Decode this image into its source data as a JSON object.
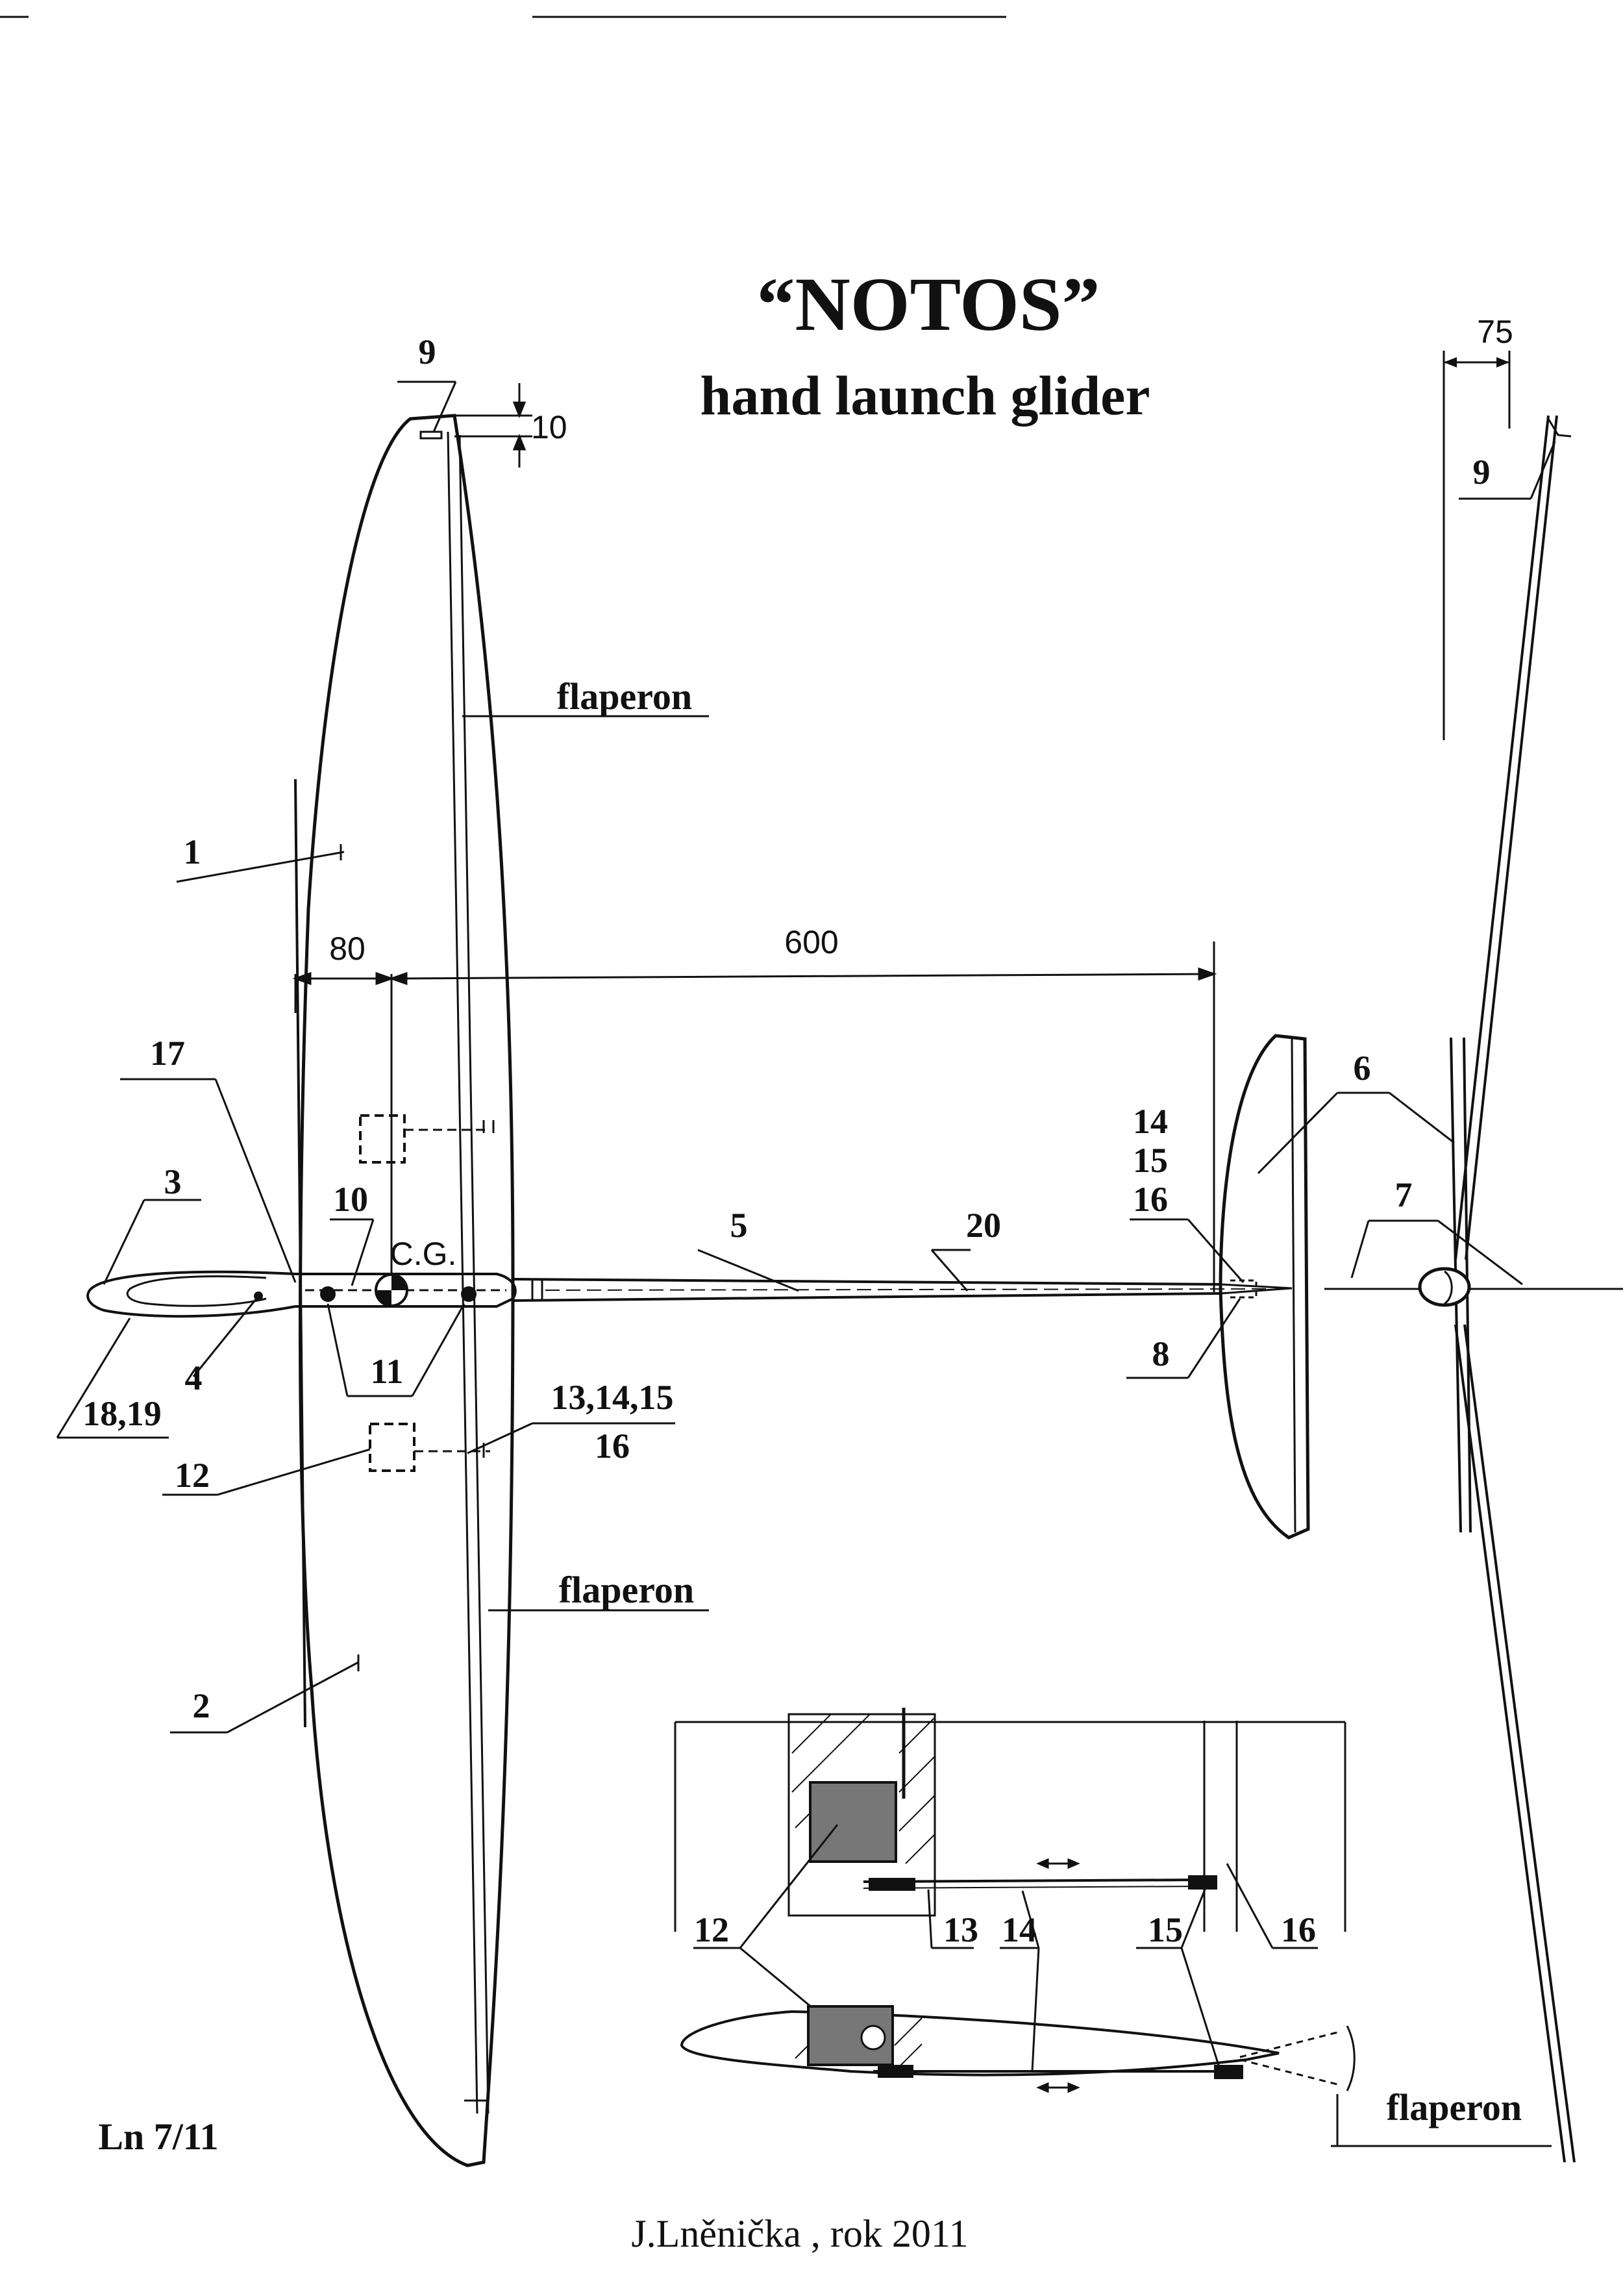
{
  "title": "“NOTOS”",
  "subtitle": "hand launch glider",
  "flaperon_top": "flaperon",
  "flaperon_bottom": "flaperon",
  "flaperon_detail": "flaperon",
  "sheet_code": "Ln 7/11",
  "author": "J.Lněnička , rok 2011",
  "cg_label": "C.G.",
  "dimensions": {
    "tip_height": "10",
    "wing_offset": "80",
    "tail_moment": "600",
    "dihedral": "75"
  },
  "parts": {
    "p1": "1",
    "p2": "2",
    "p3": "3",
    "p4": "4",
    "p5": "5",
    "p6": "6",
    "p7": "7",
    "p8": "8",
    "p9_plan": "9",
    "p9_front": "9",
    "p10": "10",
    "p11": "11",
    "p12": "12",
    "p13_16": "13,14,15",
    "p16b": "16",
    "p14_stack": "14",
    "p15_stack": "15",
    "p16_stack": "16",
    "p17": "17",
    "p18_19": "18,19",
    "p20": "20"
  },
  "detail_parts": {
    "d12": "12",
    "d13": "13",
    "d14": "14",
    "d15": "15",
    "d16": "16"
  }
}
